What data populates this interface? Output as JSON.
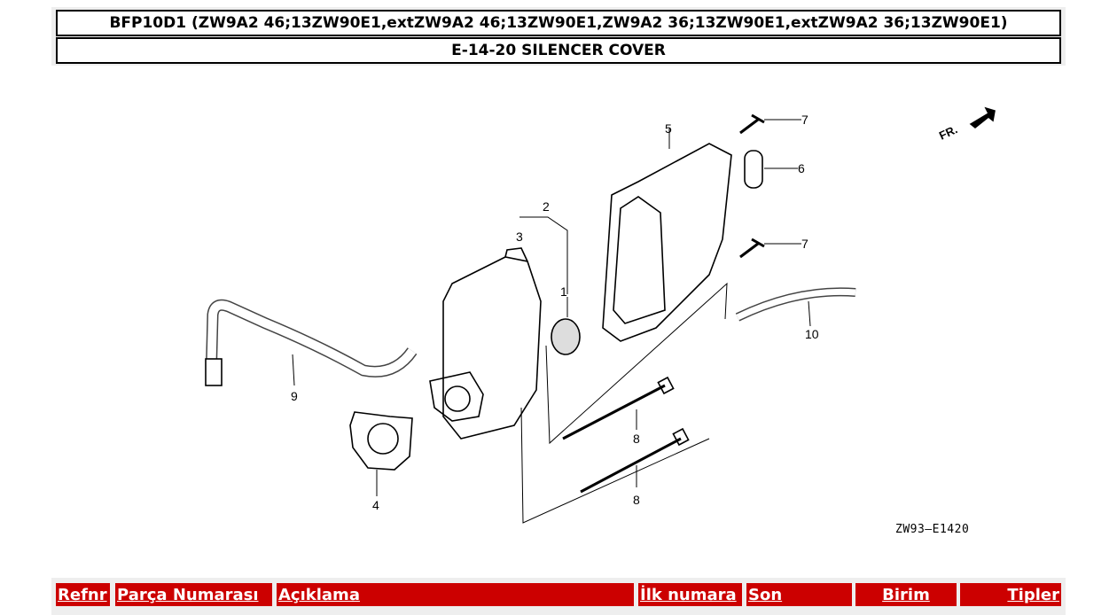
{
  "header": {
    "model_line": "BFP10D1 (ZW9A2 46;13ZW90E1,extZW9A2 46;13ZW90E1,ZW9A2 36;13ZW90E1,extZW9A2 36;13ZW90E1)",
    "section_title": "E-14-20 SILENCER COVER"
  },
  "diagram": {
    "code": "ZW93—E1420",
    "fr_label": "FR.",
    "callouts": [
      "1",
      "2",
      "3",
      "4",
      "5",
      "6",
      "7",
      "7",
      "8",
      "8",
      "9",
      "10"
    ]
  },
  "table": {
    "columns": [
      "Refnr",
      "Parça Numarası",
      "Açıklama",
      "İlk numara",
      "Son",
      "Birim",
      "Tipler"
    ]
  },
  "colors": {
    "header_red": "#cc0000",
    "frame_gray": "#eeeeee"
  }
}
